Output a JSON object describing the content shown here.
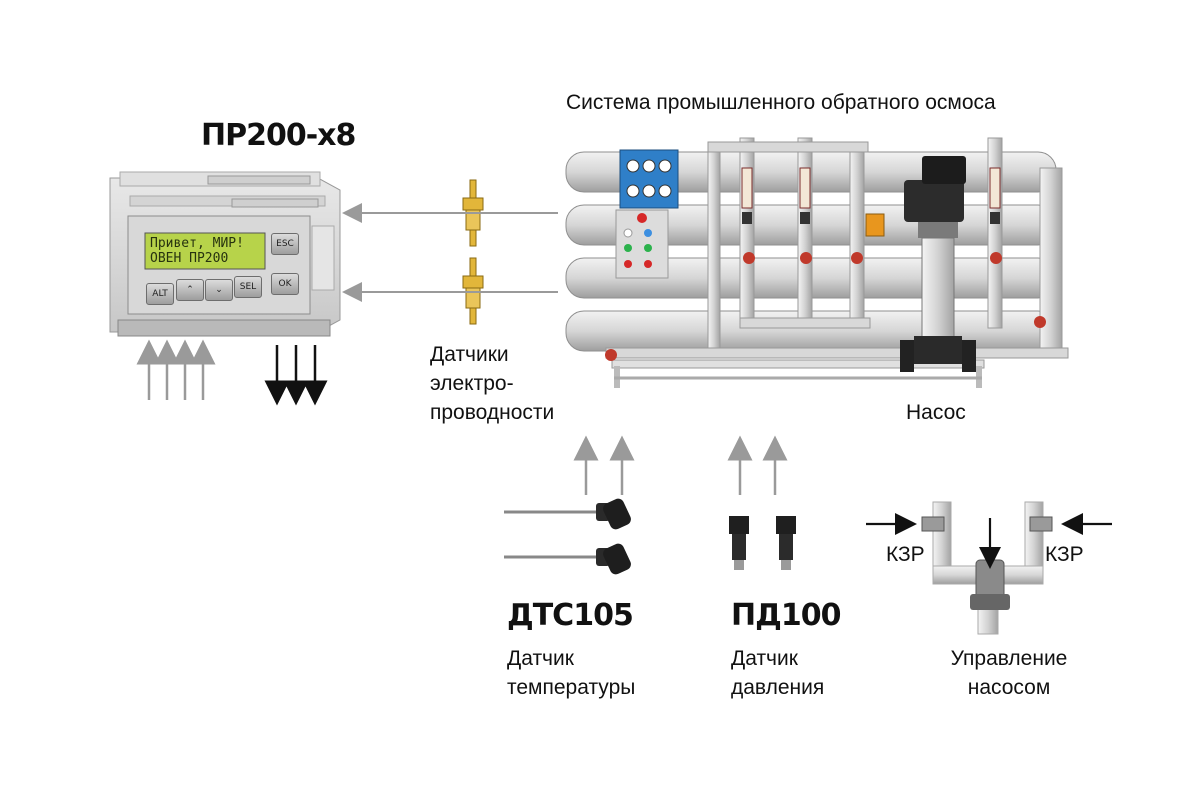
{
  "device": {
    "name": "ПР200-х8",
    "lcd_line1": "Привет, МИР!",
    "lcd_line2": "ОВЕН ПР200",
    "keys": [
      "ALT",
      "⌃",
      "⌄",
      "SEL",
      "ESC",
      "OK"
    ]
  },
  "system": {
    "title": "Система промышленного обратного осмоса",
    "pump_label": "Насос"
  },
  "conductivity": {
    "line1": "Датчики",
    "line2": "электро-",
    "line3": "проводности"
  },
  "temperature_sensor": {
    "model": "ДТС105",
    "line1": "Датчик",
    "line2": "температуры"
  },
  "pressure_sensor": {
    "model": "ПД100",
    "line1": "Датчик",
    "line2": "давления"
  },
  "pump_control": {
    "line1": "Управление",
    "line2": "насосом",
    "valve_left": "КЗР",
    "valve_right": "КЗР"
  },
  "colors": {
    "arrow_gray": "#9a9a9a",
    "arrow_black": "#111111",
    "pipe": "#d9d9d9",
    "lcd": "#b7d34a",
    "sensor_gold": "#e2b63a",
    "panel_blue": "#2f7fc8"
  }
}
